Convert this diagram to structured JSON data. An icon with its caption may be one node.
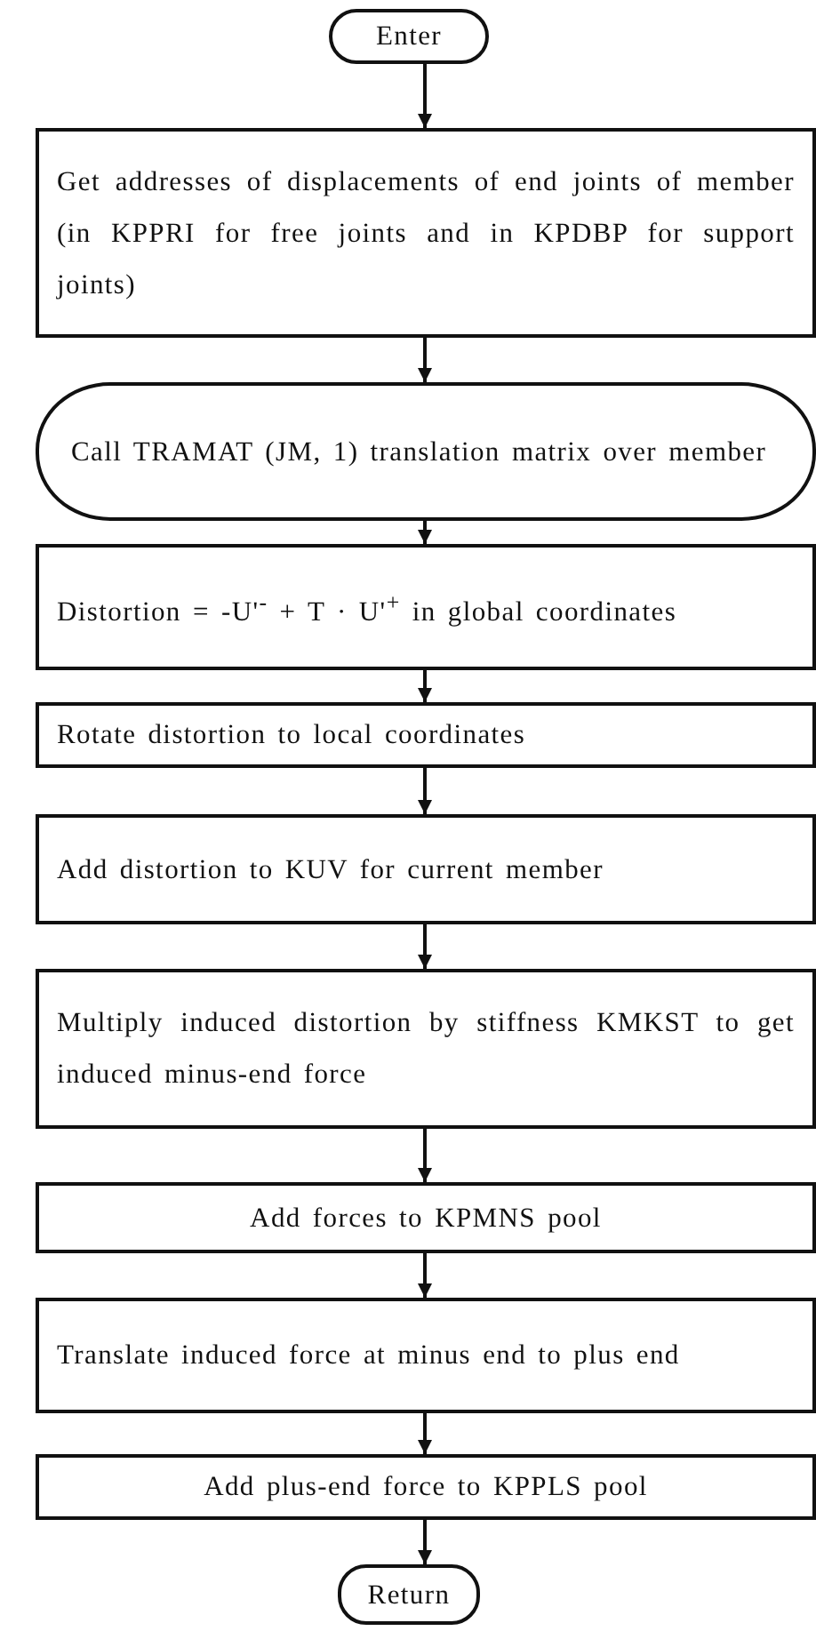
{
  "diagram": {
    "nodes": [
      {
        "text": [
          "Enter"
        ]
      },
      {
        "text": [
          "Get addresses of displacements of end joints of member (in KPPRI for free joints and in KPDBP for support joints)"
        ]
      },
      {
        "text": [
          "Call TRAMAT (JM, 1) translation matrix over member"
        ]
      },
      {
        "text": [
          "Distortion = -U'$^{-}$ + T · U'$^{+}$ in global coordinates"
        ]
      },
      {
        "text": [
          "Rotate distortion to local coordinates"
        ]
      },
      {
        "text": [
          "Add distortion to KUV for current member"
        ]
      },
      {
        "text": [
          "Multiply induced distortion by stiffness KMKST to get induced minus-end force"
        ]
      },
      {
        "text": [
          "Add forces to KPMNS pool"
        ]
      },
      {
        "text": [
          "Translate induced force at minus end to plus end"
        ]
      },
      {
        "text": [
          "Add plus-end force to KPPLS pool"
        ]
      },
      {
        "text": [
          "Return"
        ]
      }
    ],
    "edges": [
      {
        "from": 0,
        "to": 1,
        "arrow": "to"
      },
      {
        "from": 1,
        "to": 2,
        "arrow": "to"
      },
      {
        "from": 2,
        "to": 3,
        "arrow": "to"
      },
      {
        "from": 3,
        "to": 4,
        "arrow": "to"
      },
      {
        "from": 4,
        "to": 5,
        "arrow": "to"
      },
      {
        "from": 5,
        "to": 6,
        "arrow": "to"
      },
      {
        "from": 6,
        "to": 7,
        "arrow": "to"
      },
      {
        "from": 7,
        "to": 8,
        "arrow": "to"
      },
      {
        "from": 8,
        "to": 9,
        "arrow": "to"
      },
      {
        "from": 9,
        "to": 10,
        "arrow": "to"
      }
    ]
  }
}
